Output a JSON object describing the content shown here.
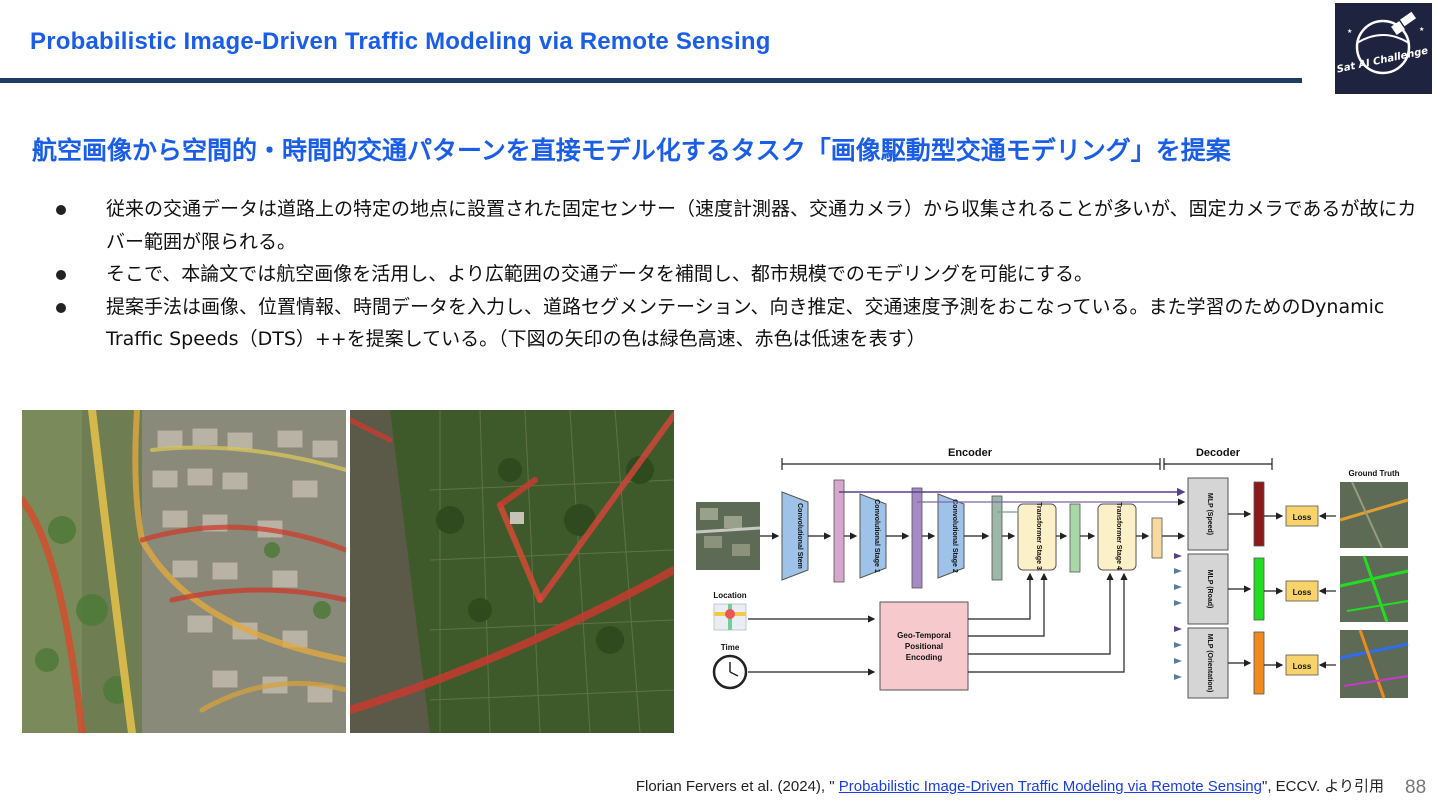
{
  "header": {
    "title": "Probabilistic Image-Driven Traffic Modeling via Remote Sensing",
    "logo_text": "Sat AI Challenge"
  },
  "headline": "航空画像から空間的・時間的交通パターンを直接モデル化するタスク「画像駆動型交通モデリング」を提案",
  "bullets": [
    "従来の交通データは道路上の特定の地点に設置された固定センサー（速度計測器、交通カメラ）から収集されることが多いが、固定カメラであるが故にカバー範囲が限られる。",
    "そこで、本論文では航空画像を活用し、より広範囲の交通データを補間し、都市規模でのモデリングを可能にする。",
    "提案手法は画像、位置情報、時間データを入力し、道路セグメンテーション、向き推定、交通速度予測をおこなっている。また学習のためのDynamic Traffic Speeds（DTS）++を提案している。（下図の矢印の色は緑色高速、赤色は低速を表す）"
  ],
  "diagram": {
    "encoder_label": "Encoder",
    "decoder_label": "Decoder",
    "ground_truth_label": "Ground Truth",
    "location_label": "Location",
    "time_label": "Time",
    "conv_stem": "Convolutional Stem",
    "conv_stage1": "Convolutional Stage 1",
    "conv_stage2": "Convolutional Stage 2",
    "trans_stage3": "Transformer Stage 3",
    "trans_stage4": "Transformer Stage 4",
    "geo_line1": "Geo-Temporal",
    "geo_line2": "Positional",
    "geo_line3": "Encoding",
    "mlp_speed": "MLP (Speed)",
    "mlp_road": "MLP (Road)",
    "mlp_orient": "MLP (Orientation)",
    "loss": "Loss",
    "colors": {
      "speed": "#8b1a1a",
      "road": "#22dd22",
      "orientation": "#ef8a1e",
      "loss": "#f7d36a",
      "geo": "#f6c9cd",
      "conv": "#9fc3e8",
      "transformer": "#fbf0c8"
    }
  },
  "citation": {
    "prefix": "Florian Fervers et al. (2024), \" ",
    "link_text": "Probabilistic Image-Driven Traffic Modeling via Remote Sensing",
    "suffix": "\", ECCV. より引用"
  },
  "page_number": "88"
}
